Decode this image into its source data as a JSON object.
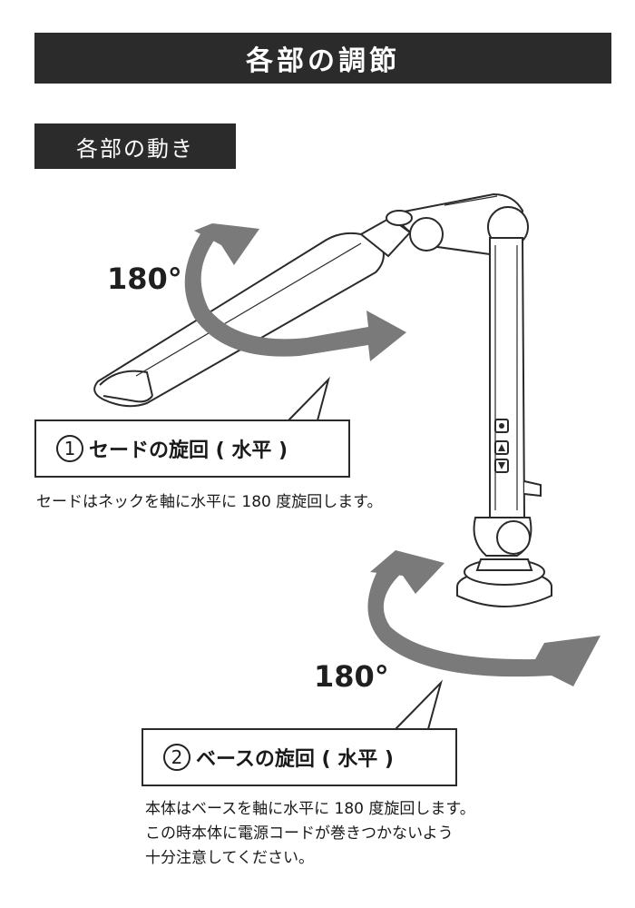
{
  "page_title": "各部の調節",
  "section_title": "各部の動き",
  "shade": {
    "degree_label": "180°",
    "callout_number": "1",
    "callout_text": "セードの旋回 ( 水平 )",
    "description": "セードはネックを軸に水平に 180 度旋回します。"
  },
  "base": {
    "degree_label": "180°",
    "callout_number": "2",
    "callout_text": "ベースの旋回 ( 水平 )",
    "description_lines": [
      "本体はベースを軸に水平に 180 度旋回します。",
      "この時本体に電源コードが巻きつかないよう",
      "十分注意してください。"
    ]
  },
  "colors": {
    "bar": "#2b2b2b",
    "arrow": "#7a7a7a",
    "line": "#2a2a2a"
  }
}
